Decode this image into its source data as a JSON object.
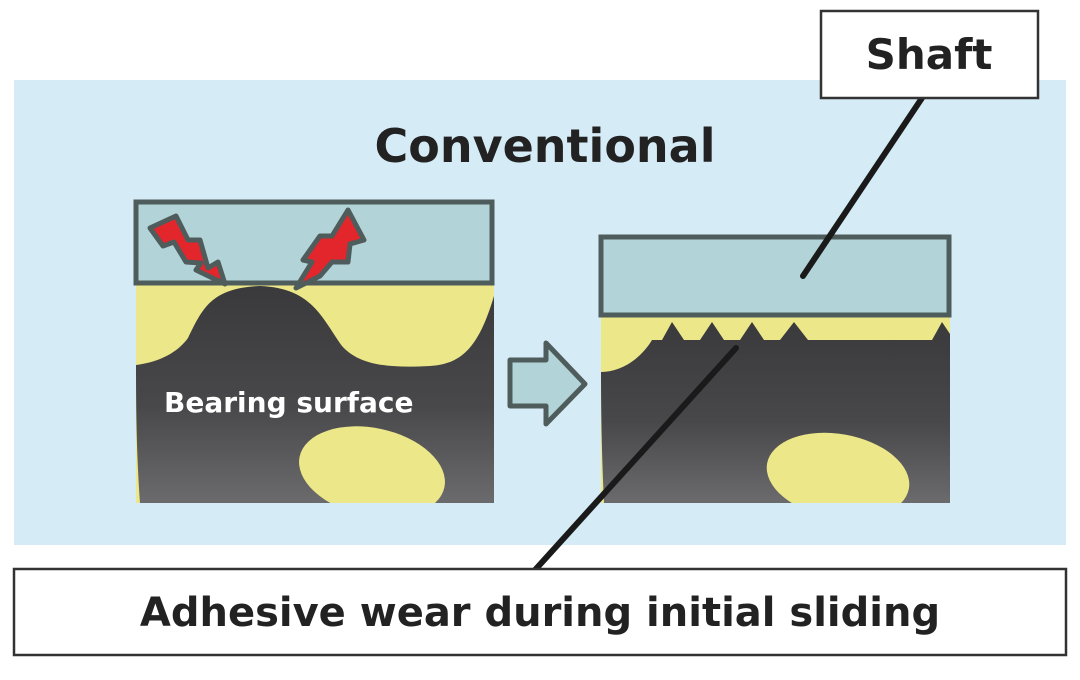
{
  "title": "Conventional",
  "labels": {
    "shaft": "Shaft",
    "bearing_surface": "Bearing surface",
    "caption": "Adhesive wear during initial sliding"
  },
  "colors": {
    "background_panel": "#d5ebf6",
    "shaft_fill": "#b2d3d7",
    "outline": "#4f5c5c",
    "bearing_yellow": "#ece788",
    "bearing_dark": "#3e3e40",
    "spark_red": "#e3262b",
    "arrow_fill": "#b2d3d7"
  },
  "icons": [
    "spark-icon",
    "right-arrow-icon"
  ]
}
